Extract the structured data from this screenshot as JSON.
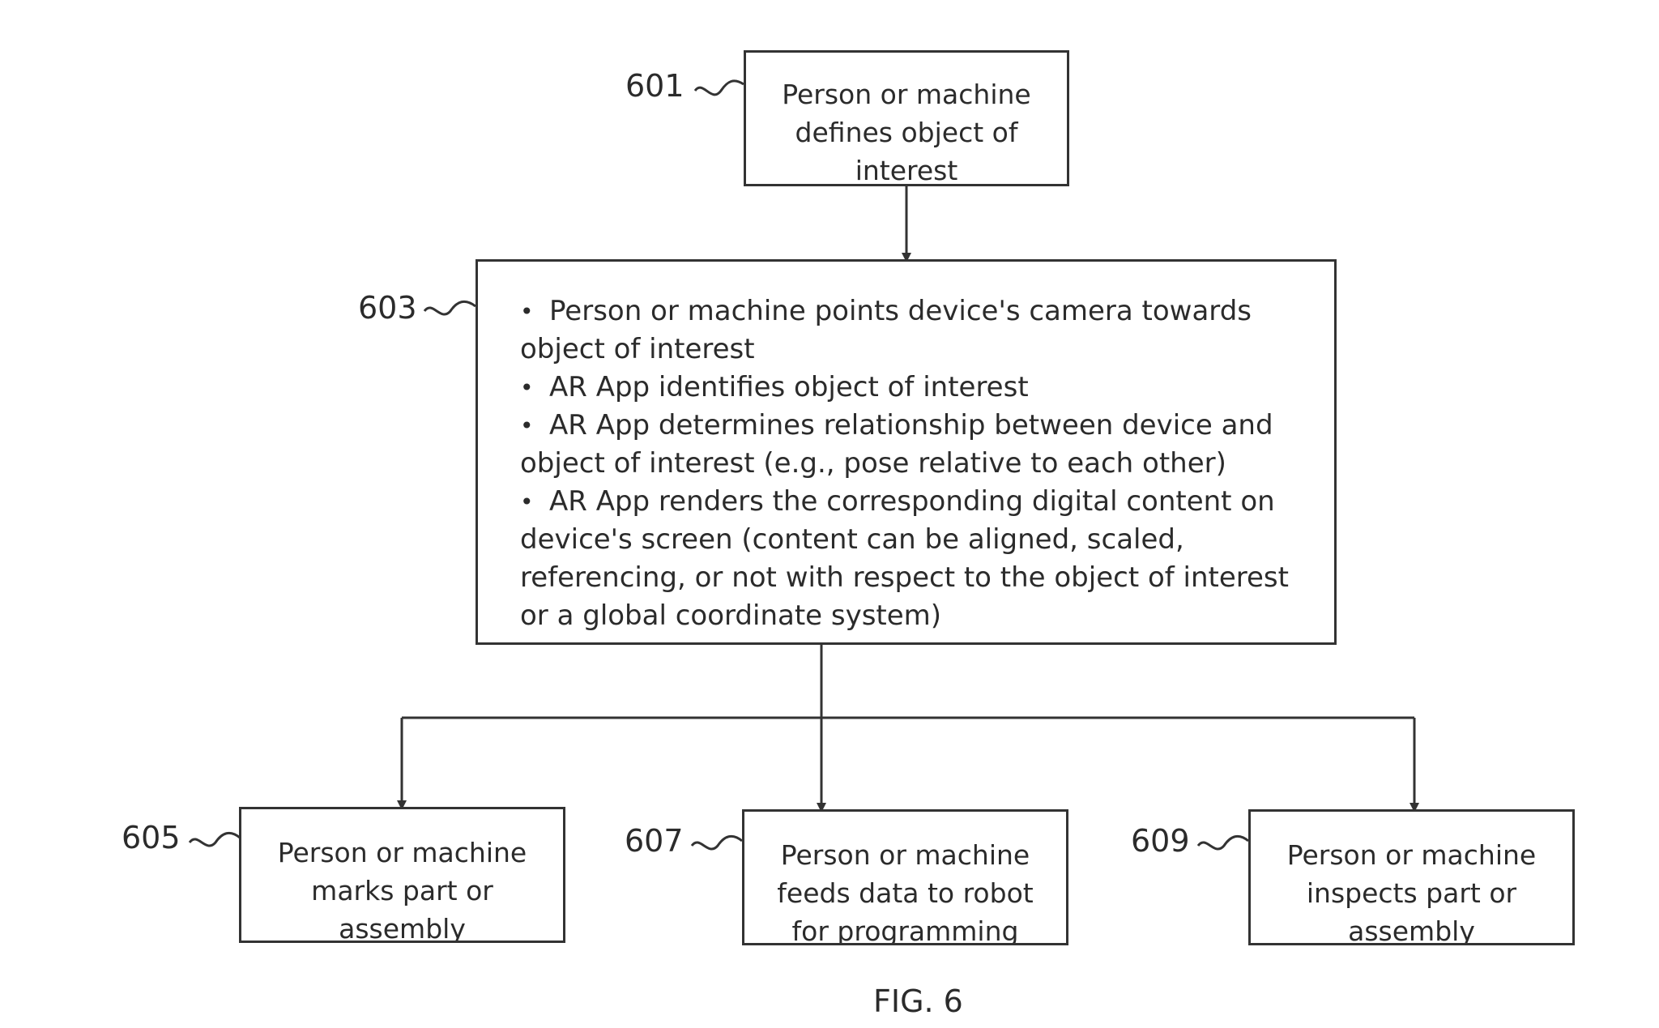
{
  "diagram": {
    "figure_label": "FIG. 6",
    "steps": {
      "s601": {
        "ref": "601",
        "text": "Person or machine defines object of interest"
      },
      "s603": {
        "ref": "603",
        "bullets": [
          "Person or machine points device's camera towards object of interest",
          "AR App identifies object of interest",
          "AR App determines relationship between device and object of interest (e.g., pose relative to each other)",
          "AR App renders the corresponding digital content on device's screen (content can be aligned, scaled, referencing, or not with respect to the object of interest or a global coordinate system)"
        ]
      },
      "s605": {
        "ref": "605",
        "text": "Person or machine marks part or assembly"
      },
      "s607": {
        "ref": "607",
        "text": "Person or machine feeds data to robot for programming"
      },
      "s609": {
        "ref": "609",
        "text": "Person or machine inspects part or assembly"
      }
    },
    "connections": [
      {
        "from": "601",
        "to": "603"
      },
      {
        "from": "603",
        "to": "605"
      },
      {
        "from": "603",
        "to": "607"
      },
      {
        "from": "603",
        "to": "609"
      }
    ],
    "colors": {
      "line": "#333333",
      "text": "#2b2b2b",
      "background": "#ffffff"
    }
  }
}
